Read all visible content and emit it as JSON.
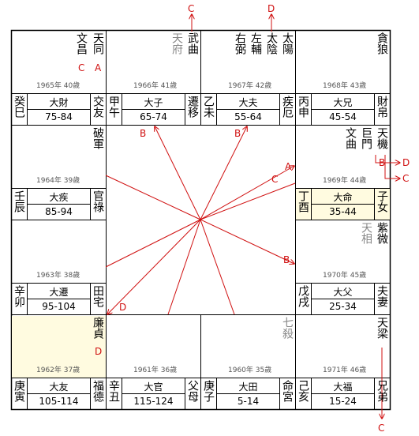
{
  "top_labels": {
    "c_top": "C",
    "d_top": "D"
  },
  "palaces": [
    {
      "id": "sisi",
      "stars_main": [
        "天",
        "同"
      ],
      "stars_main2": [
        "文",
        "昌"
      ],
      "stars_red": [
        "C",
        "A"
      ],
      "year": "1965年 40歲",
      "stem": [
        "癸",
        "巳"
      ],
      "name": "大財",
      "range": "75-84",
      "role": [
        "交",
        "友"
      ]
    },
    {
      "id": "wuwu",
      "stars_gray": [
        "天",
        "府"
      ],
      "stars_main": [
        "武",
        "曲"
      ],
      "year": "1966年 41歲",
      "stem": [
        "甲",
        "午"
      ],
      "name": "大子",
      "range": "65-74",
      "role": [
        "遷",
        "移"
      ]
    },
    {
      "id": "yiwei",
      "stars_a": [
        "右",
        "弼"
      ],
      "stars_b": [
        "左",
        "輔"
      ],
      "stars_c": [
        "太",
        "陰"
      ],
      "stars_d": [
        "太",
        "陽"
      ],
      "year": "1967年 42歲",
      "stem": [
        "乙",
        "未"
      ],
      "name": "大夫",
      "range": "55-64",
      "role": [
        "疾",
        "厄"
      ]
    },
    {
      "id": "bingshen",
      "stars_main": [
        "貪",
        "狼"
      ],
      "year": "1968年 43歲",
      "stem": [
        "丙",
        "申"
      ],
      "name": "大兄",
      "range": "45-54",
      "role": [
        "財",
        "帛"
      ]
    },
    {
      "id": "renchen",
      "stars_main": [
        "破",
        "軍"
      ],
      "year": "1964年 39歲",
      "stem": [
        "壬",
        "辰"
      ],
      "name": "大疾",
      "range": "85-94",
      "role": [
        "官",
        "祿"
      ]
    },
    {
      "id": "dingyou",
      "stars_a": [
        "文",
        "曲"
      ],
      "stars_b": [
        "巨",
        "門"
      ],
      "stars_c": [
        "天",
        "機"
      ],
      "year": "1969年 44歲",
      "stem": [
        "丁",
        "酉"
      ],
      "name": "大命",
      "range": "35-44",
      "role": [
        "子",
        "女"
      ]
    },
    {
      "id": "xinmao",
      "year": "1963年 38歲",
      "stem": [
        "辛",
        "卯"
      ],
      "name": "大遷",
      "range": "95-104",
      "role": [
        "田",
        "宅"
      ]
    },
    {
      "id": "wuxu",
      "stars_gray": [
        "天",
        "相"
      ],
      "stars_main": [
        "紫",
        "微"
      ],
      "year": "1970年 45歲",
      "stem": [
        "戊",
        "戌"
      ],
      "name": "大父",
      "range": "25-34",
      "role": [
        "夫",
        "妻"
      ]
    },
    {
      "id": "gengyin",
      "stars_main": [
        "廉",
        "貞"
      ],
      "stars_red": [
        "D"
      ],
      "year": "1962年 37歲",
      "stem": [
        "庚",
        "寅"
      ],
      "name": "大友",
      "range": "105-114",
      "role": [
        "福",
        "德"
      ]
    },
    {
      "id": "xinchou",
      "year": "1961年 36歲",
      "stem": [
        "辛",
        "丑"
      ],
      "name": "大官",
      "range": "115-124",
      "role": [
        "父",
        "母"
      ]
    },
    {
      "id": "gengzi",
      "stars_gray": [
        "七",
        "殺"
      ],
      "year": "1960年 35歲",
      "stem": [
        "庚",
        "子"
      ],
      "name": "大田",
      "range": "5-14",
      "role": [
        "命",
        "宮"
      ]
    },
    {
      "id": "jihai",
      "stars_main": [
        "天",
        "梁"
      ],
      "year": "1971年 46歲",
      "stem": [
        "己",
        "亥"
      ],
      "name": "大福",
      "range": "15-24",
      "role": [
        "兄",
        "弟"
      ]
    }
  ],
  "arrow_labels": {
    "b1": "B",
    "b2": "B",
    "a_right": "A",
    "c_right": "C",
    "b_right": "B",
    "d_left": "D",
    "b_out": "B",
    "d_out": "D",
    "c_out": "C",
    "c_bottom": "C"
  },
  "colors": {
    "accent": "#d01010",
    "highlight": "#fffbe0",
    "line": "#000000"
  }
}
